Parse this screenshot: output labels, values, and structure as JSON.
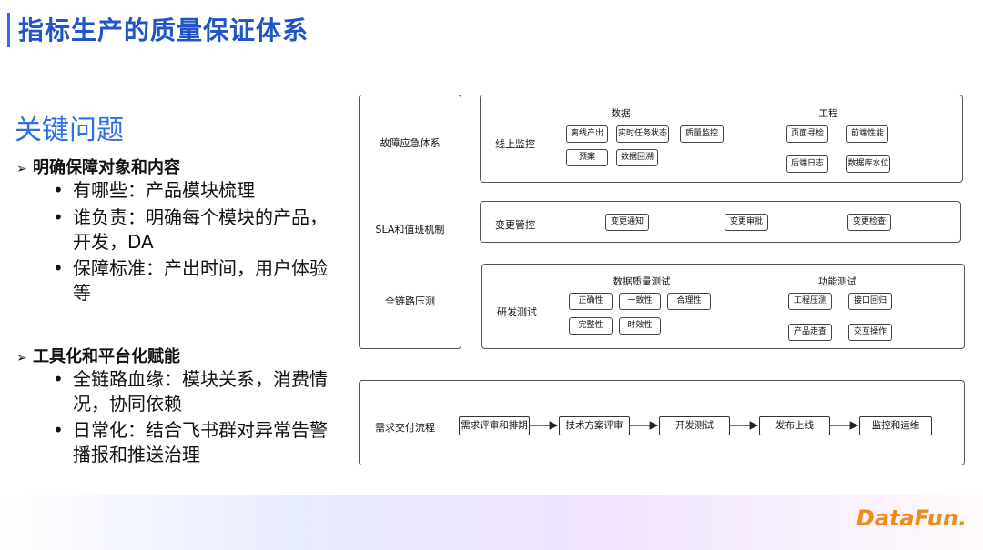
{
  "header": {
    "title": "指标生产的质量保证体系"
  },
  "left": {
    "section_title": "关键问题",
    "point1": {
      "title": "明确保障对象和内容",
      "bullets": [
        "有哪些：产品模块梳理",
        "谁负责：明确每个模块的产品，开发，DA",
        "保障标准：产出时间，用户体验等"
      ]
    },
    "point2": {
      "title": "工具化和平台化赋能",
      "bullets": [
        "全链路血缘：模块关系，消费情况，协同依赖",
        "日常化：结合飞书群对异常告警播报和推送治理"
      ]
    }
  },
  "diagram": {
    "left_column": [
      "故障应急体系",
      "SLA和值班机制",
      "全链路压测"
    ],
    "online_monitor": {
      "label": "线上监控",
      "data_header": "数据",
      "data_items": [
        "离线产出",
        "实时任务状态",
        "质量监控",
        "预案",
        "数据回溯"
      ],
      "eng_header": "工程",
      "eng_items": [
        "页面寻检",
        "前端性能",
        "后端日志",
        "数据库水位"
      ]
    },
    "change_control": {
      "label": "变更管控",
      "items": [
        "变更通知",
        "变更审批",
        "变更检查"
      ]
    },
    "dev_test": {
      "label": "研发测试",
      "dq_header": "数据质量测试",
      "dq_items": [
        "正确性",
        "一致性",
        "合理性",
        "完整性",
        "时效性"
      ],
      "func_header": "功能测试",
      "func_items": [
        "工程压测",
        "接口回归",
        "产品走查",
        "交互操作"
      ]
    },
    "delivery": {
      "label": "需求交付流程",
      "steps": [
        "需求评审和排期",
        "技术方案评审",
        "开发测试",
        "发布上线",
        "监控和运维"
      ]
    }
  },
  "brand": {
    "logo_text": "DataFun.",
    "accent": "#2f6fe0",
    "logo_color": "#f08a1c"
  }
}
